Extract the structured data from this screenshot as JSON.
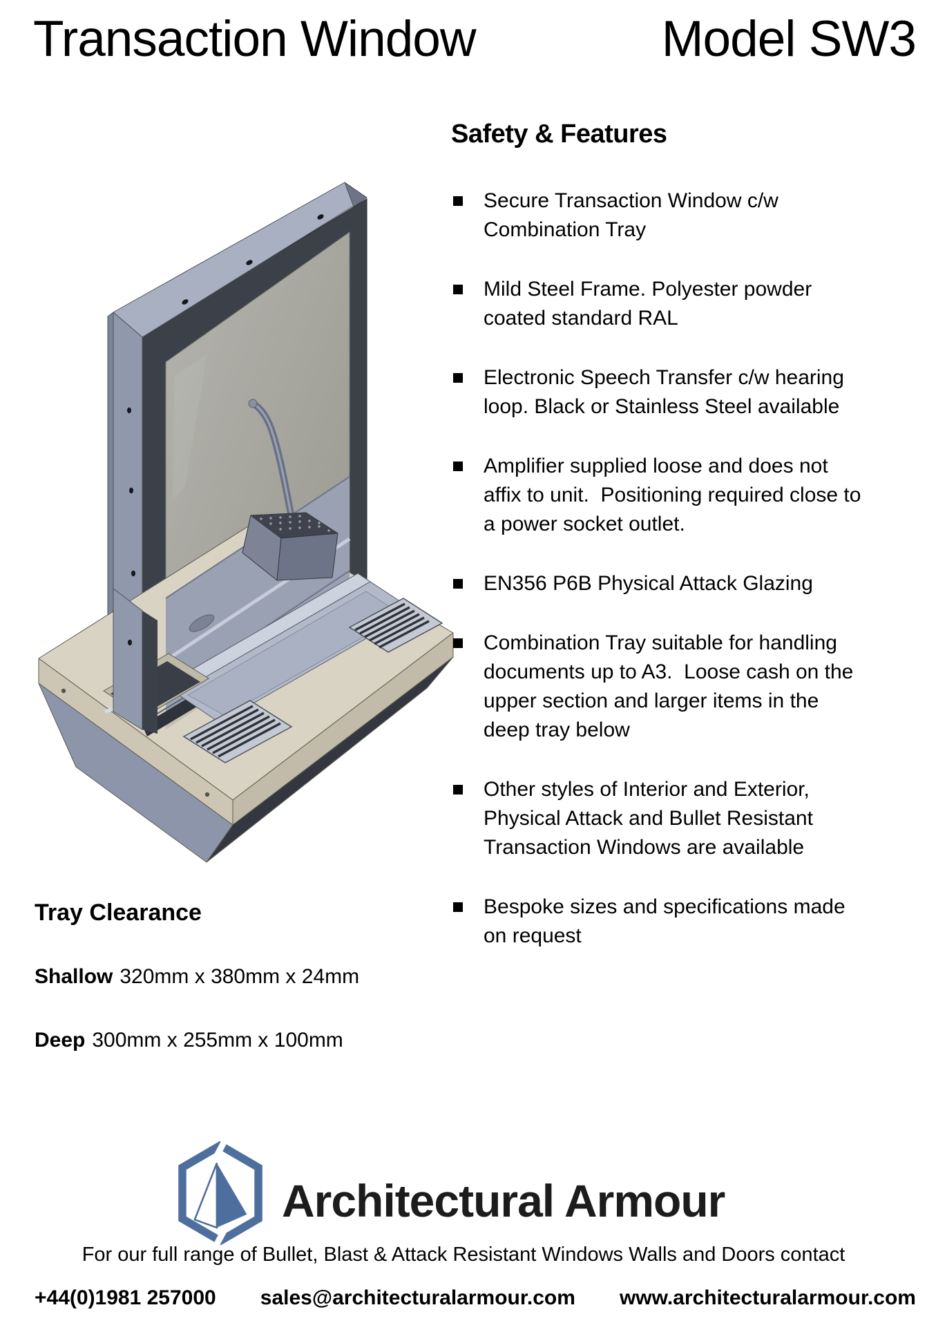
{
  "header": {
    "title_left": "Transaction Window",
    "title_right": "Model SW3"
  },
  "features": {
    "heading": "Safety & Features",
    "items": [
      "Secure Transaction Window c/w Combination Tray",
      "Mild Steel Frame. Polyester powder coated standard RAL",
      "Electronic Speech Transfer c/w hearing loop. Black or Stainless Steel available",
      "Amplifier supplied loose and does not affix to unit.  Positioning required close to a power socket outlet.",
      "EN356 P6B Physical Attack Glazing",
      "Combination Tray suitable for handling documents up to A3.  Loose cash on the upper section and larger items in the deep tray below",
      "Other styles of Interior and Exterior, Physical Attack and Bullet Resistant Transaction Windows are available",
      "Bespoke sizes and specifications made on request"
    ]
  },
  "tray_clearance": {
    "heading": "Tray Clearance",
    "rows": [
      {
        "label": "Shallow",
        "value": "320mm x 380mm x 24mm"
      },
      {
        "label": "Deep",
        "value": "300mm x 255mm x 100mm"
      }
    ]
  },
  "figure": {
    "alt": "3D CAD render of secure transaction window with combination tray counter, speech transfer microphone and speaker grilles",
    "palette": {
      "steel_frame_light": "#a9b0c2",
      "steel_frame_mid": "#9098ac",
      "frame_inner_dark": "#3c4049",
      "glass": "#a6a6a0",
      "counter_top_beige": "#d9d3c3",
      "counter_skirt": "#8d95aa",
      "tray_blue": "#99a1b3"
    }
  },
  "brand": {
    "name": "Architectural Armour",
    "logo_icon": "hexagon-arrow-icon",
    "logo_color": "#4e6f9d"
  },
  "footer": {
    "line1": "For our full range of Bullet, Blast & Attack Resistant Windows Walls and Doors contact",
    "phone": "+44(0)1981 257000",
    "email": "sales@architecturalarmour.com",
    "website": "www.architecturalarmour.com"
  }
}
